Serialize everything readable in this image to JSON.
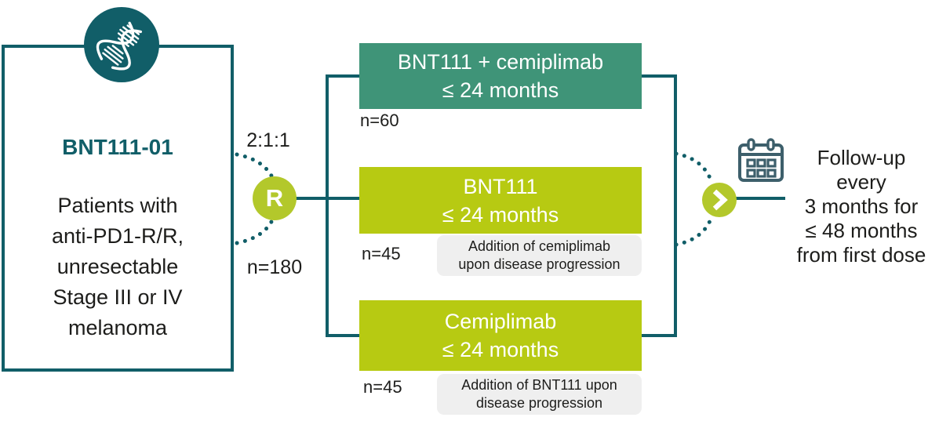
{
  "palette": {
    "teal": "#115e68",
    "green": "#3f9478",
    "lime": "#b7ca12",
    "lime_circle": "#b3c82b",
    "note_gray": "#efefef",
    "text": "#1d1d1b",
    "white": "#ffffff"
  },
  "study_box": {
    "title": "BNT111-01",
    "description_lines": {
      "0": "Patients with",
      "1": "anti-PD1-R/R,",
      "2": "unresectable",
      "3": "Stage III or IV",
      "4": "melanoma"
    }
  },
  "randomization": {
    "ratio": "2:1:1",
    "symbol": "R",
    "n_total": "n=180"
  },
  "arms": {
    "0": {
      "name_lines": {
        "0": "BNT111 + cemiplimab",
        "1": "≤ 24 months"
      },
      "n": "n=60"
    },
    "1": {
      "name_lines": {
        "0": "BNT111",
        "1": "≤ 24 months"
      },
      "n": "n=45",
      "note_lines": {
        "0": "Addition of cemiplimab",
        "1": "upon disease progression"
      }
    },
    "2": {
      "name_lines": {
        "0": "Cemiplimab",
        "1": "≤ 24 months"
      },
      "n": "n=45",
      "note_lines": {
        "0": "Addition of BNT111 upon",
        "1": "disease progression"
      }
    }
  },
  "followup": {
    "lines": {
      "0": "Follow-up",
      "1": "every",
      "2": "3 months for",
      "3": "≤ 48 months",
      "4": "from first dose"
    }
  },
  "icons": {
    "dna": "dna-icon",
    "randomization": "r-circle-badge",
    "chevron": "chevron-right-icon",
    "calendar": "calendar-icon"
  }
}
